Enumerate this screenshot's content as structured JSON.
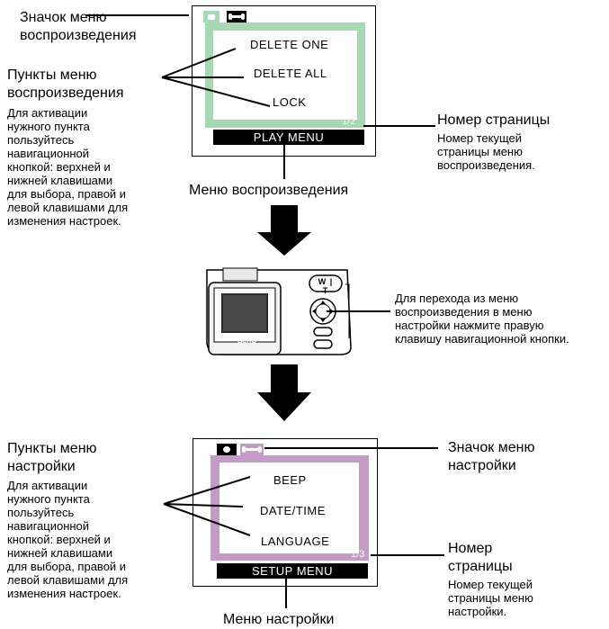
{
  "playback": {
    "icon_label_line1": "Значок меню",
    "icon_label_line2": "воспроизведения",
    "items_title_line1": "Пункты меню",
    "items_title_line2": "воспроизведения",
    "items_desc": [
      "Для активации",
      "нужного пункта",
      "пользуйтесь",
      "навигационной",
      "кнопкой: верхней и",
      "нижней клавишами",
      "для выбора, правой и",
      "левой клавишами для",
      "изменения настроек."
    ],
    "menu_items": [
      "DELETE ONE",
      "DELETE ALL",
      "LOCK"
    ],
    "page_number": "1/2",
    "bar_label": "PLAY MENU",
    "page_title": "Номер страницы",
    "page_desc": [
      "Номер текущей",
      "страницы меню",
      "воспроизведения."
    ],
    "caption": "Меню воспроизведения",
    "accent_color": "#a6d9b3"
  },
  "camera": {
    "brand": "BenQ",
    "zoom_label": "W | T",
    "note": [
      "Для перехода из меню",
      "воспроизведения в меню",
      "настройки нажмите правую",
      "клавишу навигационной кнопки."
    ]
  },
  "setup": {
    "items_title_line1": "Пункты меню",
    "items_title_line2": "настройки",
    "items_desc": [
      "Для активации",
      "нужного пункта",
      "пользуйтесь",
      "навигационной",
      "кнопкой: верхней и",
      "нижней клавишами",
      "для выбора, правой и",
      "левой клавишами для",
      "изменения настроек."
    ],
    "icon_label_line1": "Значок меню",
    "icon_label_line2": "настройки",
    "menu_items": [
      "BEEP",
      "DATE/TIME",
      "LANGUAGE"
    ],
    "page_number": "1/3",
    "bar_label": "SETUP MENU",
    "page_title_line1": "Номер",
    "page_title_line2": "страницы",
    "page_desc": [
      "Номер текущей",
      "страницы меню",
      "настройки."
    ],
    "caption": "Меню настройки",
    "accent_color": "#c49bc4"
  }
}
